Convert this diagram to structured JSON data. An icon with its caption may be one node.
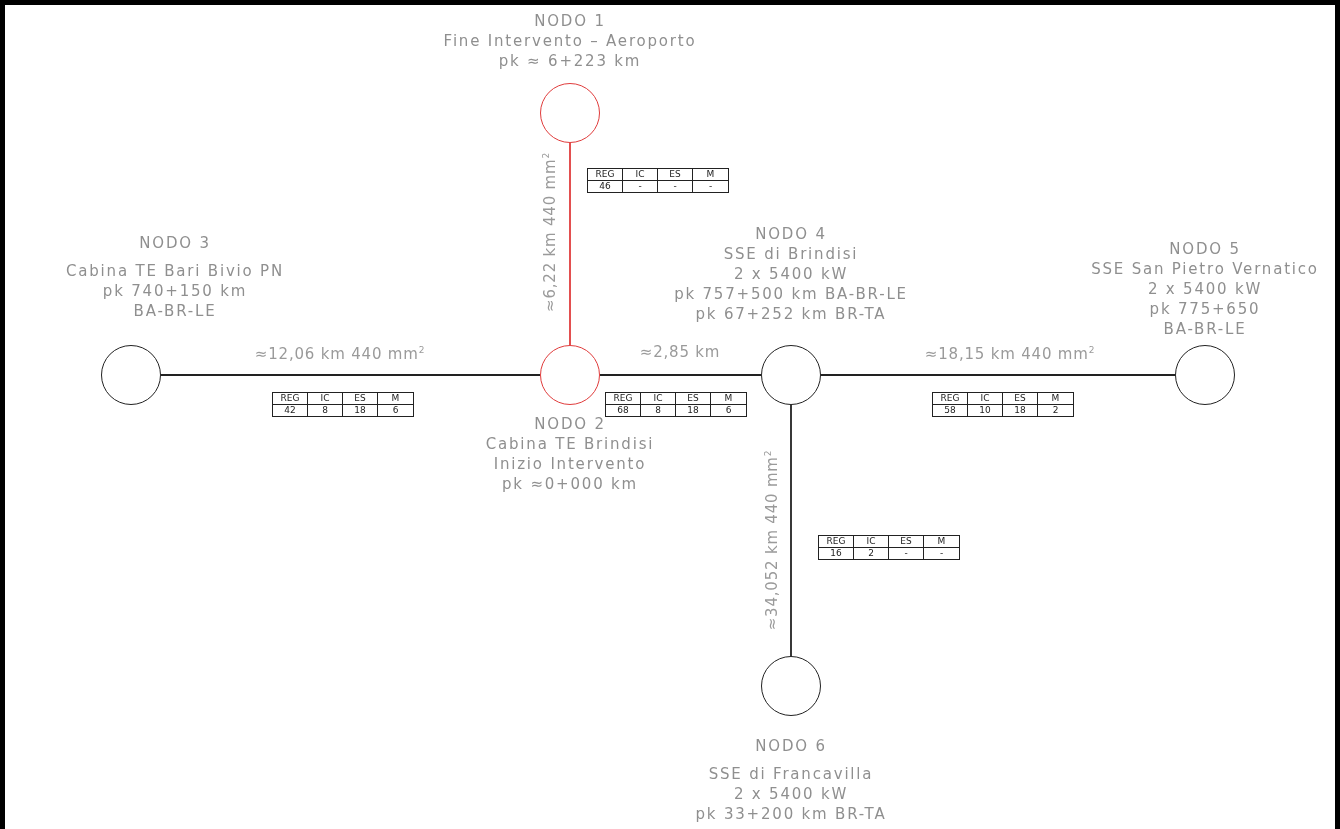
{
  "diagram": {
    "nodes": [
      {
        "text": [
          "NODO 1",
          "Fine Intervento – Aeroporto",
          "pk ≈ 6+223 km"
        ]
      },
      {
        "text": [
          "NODO 3",
          "Cabina TE Bari Bivio PN",
          "pk 740+150 km",
          "BA-BR-LE"
        ]
      },
      {
        "text": [
          "NODO 4",
          "SSE di Brindisi",
          "2 x 5400 kW",
          "pk 757+500 km BA-BR-LE",
          "pk 67+252 km BR-TA"
        ]
      },
      {
        "text": [
          "NODO 5",
          "SSE San Pietro Vernatico",
          "2 x 5400 kW",
          "pk 775+650",
          "BA-BR-LE"
        ]
      },
      {
        "text": [
          "NODO 2",
          "Cabina TE Brindisi",
          "Inizio Intervento",
          "pk ≈0+000 km"
        ]
      },
      {
        "text": [
          "NODO 6",
          "SSE di Francavilla",
          "2 x 5400 kW",
          "pk 33+200 km BR-TA"
        ]
      }
    ],
    "edges": [
      {
        "from": 4,
        "to": 0,
        "arrow": "none",
        "label": "≈6,22 km 440 mm$^{2}$",
        "color": "#e03c3c"
      },
      {
        "from": 1,
        "to": 4,
        "arrow": "none",
        "label": "≈12,06 km 440 mm$^{2}$"
      },
      {
        "from": 4,
        "to": 2,
        "arrow": "none",
        "label": "≈2,85 km"
      },
      {
        "from": 2,
        "to": 3,
        "arrow": "none",
        "label": "≈18,15 km 440 mm$^{2}$"
      },
      {
        "from": 2,
        "to": 5,
        "arrow": "none",
        "label": "≈34,052 km 440 mm$^{2}$"
      }
    ],
    "labels": [
      "REG",
      "IC",
      "ES",
      "M",
      "46",
      "-",
      "-",
      "-",
      "REG",
      "IC",
      "ES",
      "M",
      "42",
      "8",
      "18",
      "6",
      "REG",
      "IC",
      "ES",
      "M",
      "68",
      "8",
      "18",
      "6",
      "REG",
      "IC",
      "ES",
      "M",
      "58",
      "10",
      "18",
      "2",
      "REG",
      "IC",
      "ES",
      "M",
      "16",
      "2",
      "-",
      "-"
    ]
  }
}
